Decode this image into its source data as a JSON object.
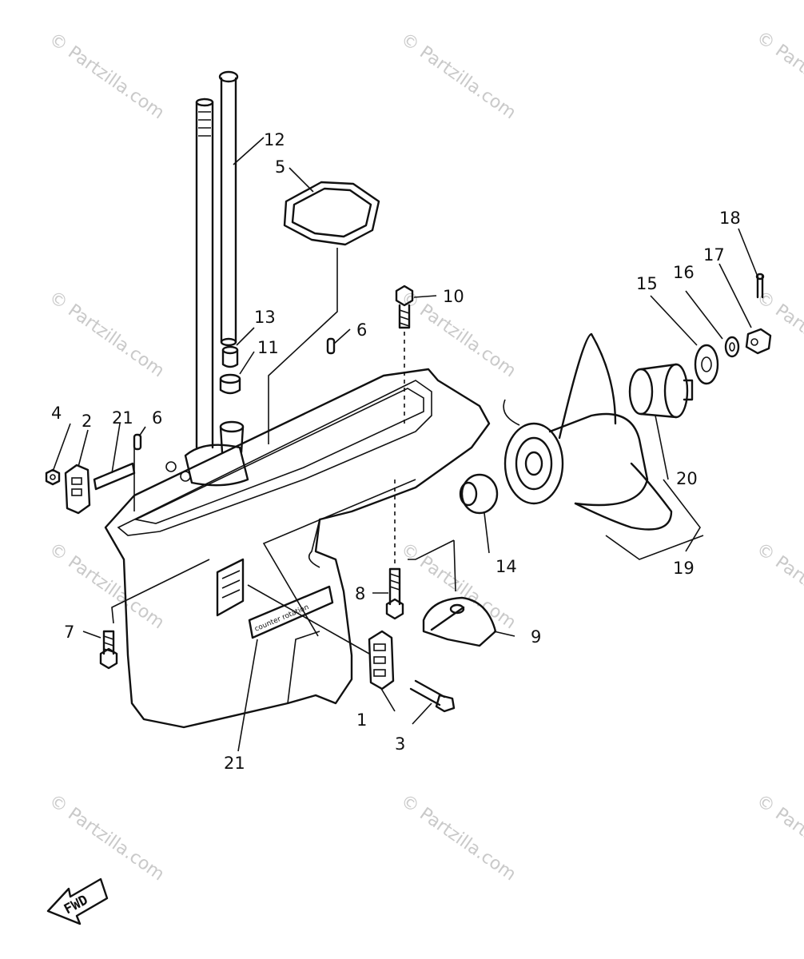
{
  "watermark": "© Partzilla.com",
  "fwd_label": "FWD",
  "sticker_text": "counter rotation",
  "callouts": [
    {
      "id": "c1",
      "text": "1"
    },
    {
      "id": "c2",
      "text": "2"
    },
    {
      "id": "c3",
      "text": "3"
    },
    {
      "id": "c4",
      "text": "4"
    },
    {
      "id": "c5",
      "text": "5"
    },
    {
      "id": "c6a",
      "text": "6"
    },
    {
      "id": "c6b",
      "text": "6"
    },
    {
      "id": "c7",
      "text": "7"
    },
    {
      "id": "c8",
      "text": "8"
    },
    {
      "id": "c9",
      "text": "9"
    },
    {
      "id": "c10",
      "text": "10"
    },
    {
      "id": "c11",
      "text": "11"
    },
    {
      "id": "c12",
      "text": "12"
    },
    {
      "id": "c13",
      "text": "13"
    },
    {
      "id": "c14",
      "text": "14"
    },
    {
      "id": "c15",
      "text": "15"
    },
    {
      "id": "c16",
      "text": "16"
    },
    {
      "id": "c17",
      "text": "17"
    },
    {
      "id": "c18",
      "text": "18"
    },
    {
      "id": "c19",
      "text": "19"
    },
    {
      "id": "c20",
      "text": "20"
    },
    {
      "id": "c21a",
      "text": "21"
    },
    {
      "id": "c21b",
      "text": "21"
    }
  ]
}
